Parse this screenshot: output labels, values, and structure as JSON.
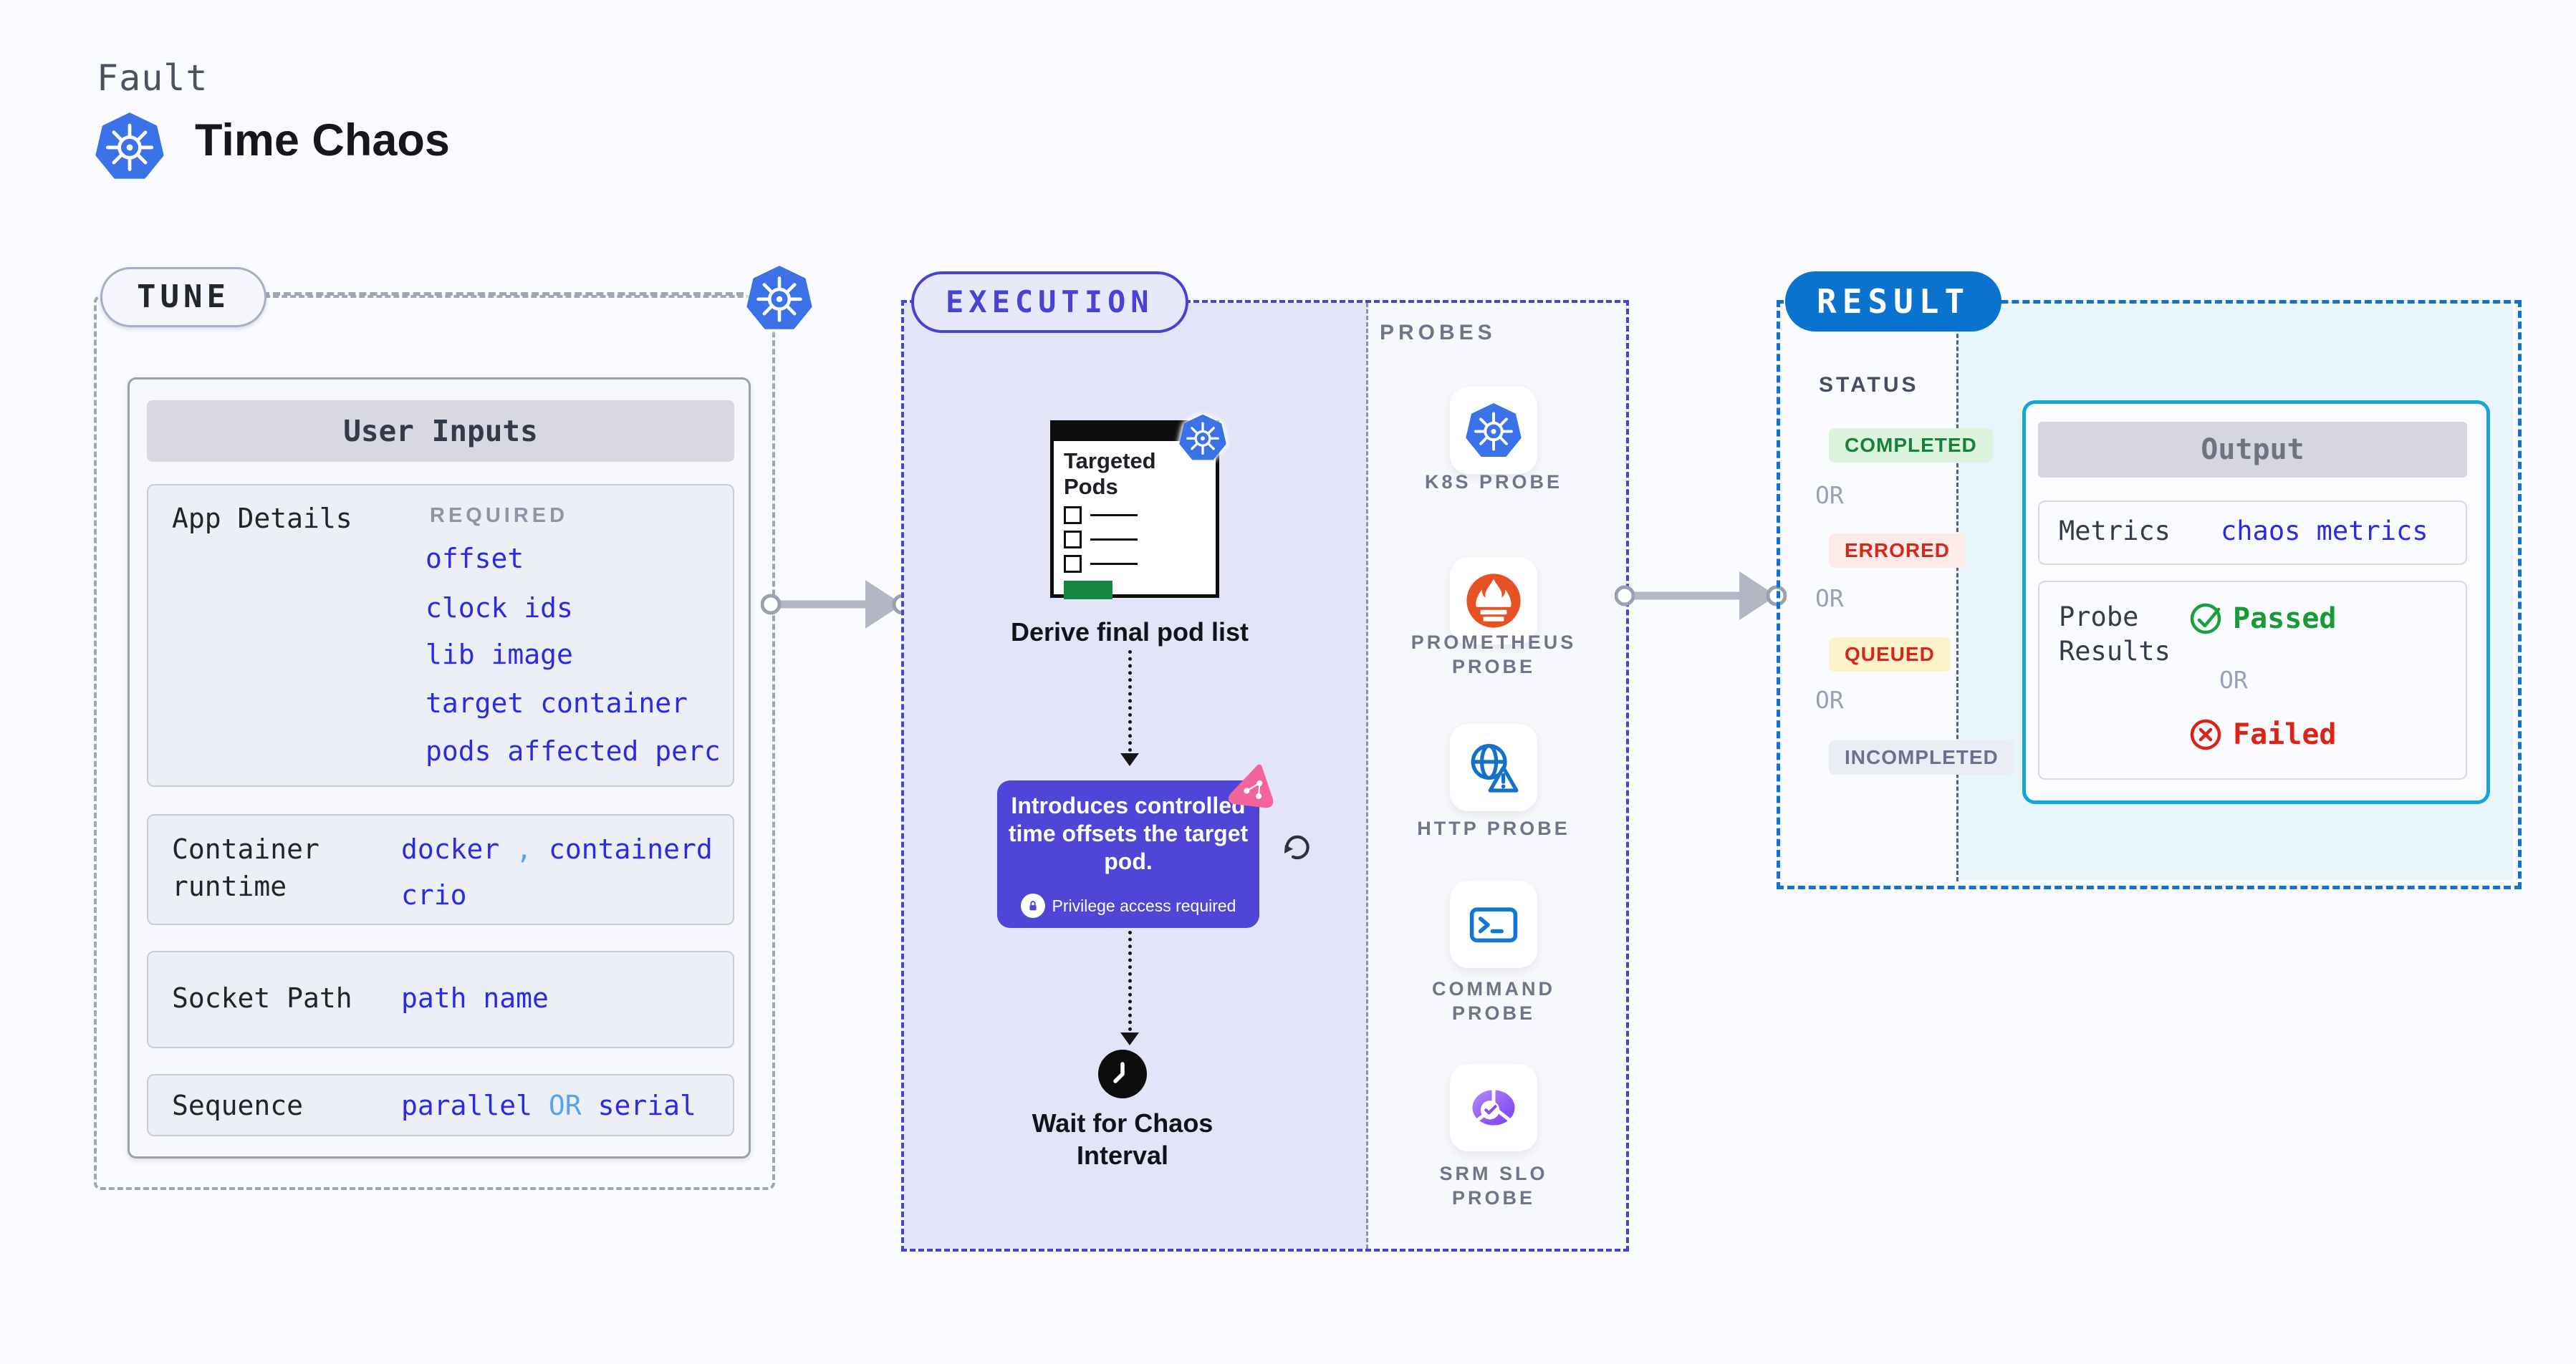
{
  "page": {
    "background": "#fafbff"
  },
  "header": {
    "eyebrow": "Fault",
    "title": "Time Chaos",
    "icon": "kubernetes-logo"
  },
  "tune": {
    "badge_label": "TUNE",
    "corner_icon": "kubernetes-logo",
    "panel_title": "User Inputs",
    "app_details": {
      "label": "App Details",
      "tag": "REQUIRED",
      "links": [
        "offset",
        "clock ids",
        "lib image",
        "target container",
        "pods affected perc"
      ]
    },
    "container_runtime": {
      "label": "Container runtime",
      "value1": "docker",
      "separator": ",",
      "value2": "containerd",
      "value3": "crio"
    },
    "socket_path": {
      "label": "Socket Path",
      "value": "path name"
    },
    "sequence": {
      "label": "Sequence",
      "value1": "parallel",
      "conjunction": "OR",
      "value2": "serial"
    }
  },
  "execution": {
    "badge_label": "EXECUTION",
    "pod_window": {
      "title": "Targeted Pods",
      "icon": "kubernetes-logo"
    },
    "derive_label": "Derive final pod list",
    "tooltip": {
      "text": "Introduces controlled time offsets the target pod.",
      "note": "Privilege access required",
      "note_icon": "lock-icon",
      "corner_icon": "litmus-chaos-icon"
    },
    "loop_icon": "refresh-icon",
    "wait_icon": "clock-icon",
    "wait_label": "Wait for Chaos Interval"
  },
  "probes": {
    "title": "PROBES",
    "items": [
      {
        "label": "K8S PROBE",
        "icon": "kubernetes-probe-icon"
      },
      {
        "label": "PROMETHEUS PROBE",
        "icon": "prometheus-probe-icon"
      },
      {
        "label": "HTTP PROBE",
        "icon": "http-globe-warning-icon"
      },
      {
        "label": "COMMAND PROBE",
        "icon": "terminal-icon"
      },
      {
        "label": "SRM SLO PROBE",
        "icon": "slo-donut-check-icon"
      }
    ]
  },
  "result": {
    "badge_label": "RESULT",
    "status_title": "STATUS",
    "or_label": "OR",
    "statuses": [
      {
        "label": "COMPLETED",
        "fg": "#168239",
        "bg": "#dcf3de"
      },
      {
        "label": "ERRORED",
        "fg": "#d5281c",
        "bg": "#fdebe9"
      },
      {
        "label": "QUEUED",
        "fg": "#d5281c",
        "bg": "#fdf3cb"
      },
      {
        "label": "INCOMPLETED",
        "fg": "#6a7190",
        "bg": "#ebedf4"
      }
    ],
    "output": {
      "title": "Output",
      "metrics_label": "Metrics",
      "metrics_value": "chaos metrics",
      "probe_results_label": "Probe Results",
      "passed_label": "Passed",
      "or_label": "OR",
      "failed_label": "Failed"
    }
  },
  "colors": {
    "kubernetes_blue": "#3b72e8",
    "link_blue": "#2b2be4",
    "light_blue": "#59a2f0",
    "execution_purple": "#4a42d4",
    "tooltip_purple": "#4f46d8",
    "litmus_pink": "#f3649b",
    "result_blue": "#0a72cf",
    "output_cyan_border": "#14a5da",
    "result_panel_bg": "#e8f5fb",
    "passed_green": "#1b9e3e",
    "failed_red": "#da2417",
    "prometheus_orange": "#e75225",
    "targeted_pods_green": "#15873f"
  }
}
